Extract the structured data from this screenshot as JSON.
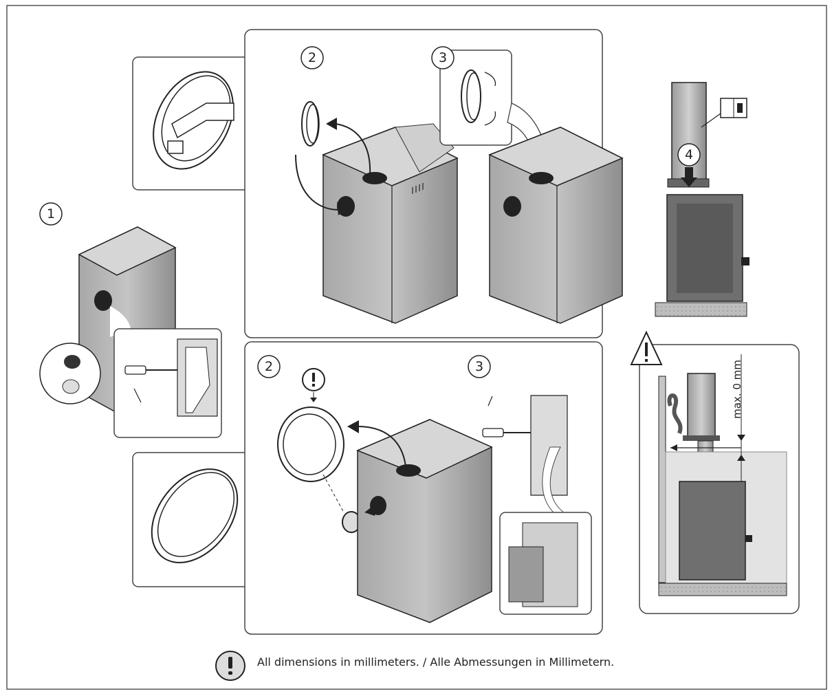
{
  "steps": {
    "s1": "1",
    "top_s2": "2",
    "top_s3": "3",
    "bottom_s2": "2",
    "bottom_s3": "3",
    "s4": "4"
  },
  "dimension_label": "max. 0 mm",
  "footer_note": "All dimensions in millimeters. / Alle Abmessungen in Millimetern.",
  "icons": {
    "info": "info-manual-icon",
    "warning": "warning-triangle-icon",
    "attention": "exclamation-circle-icon"
  }
}
